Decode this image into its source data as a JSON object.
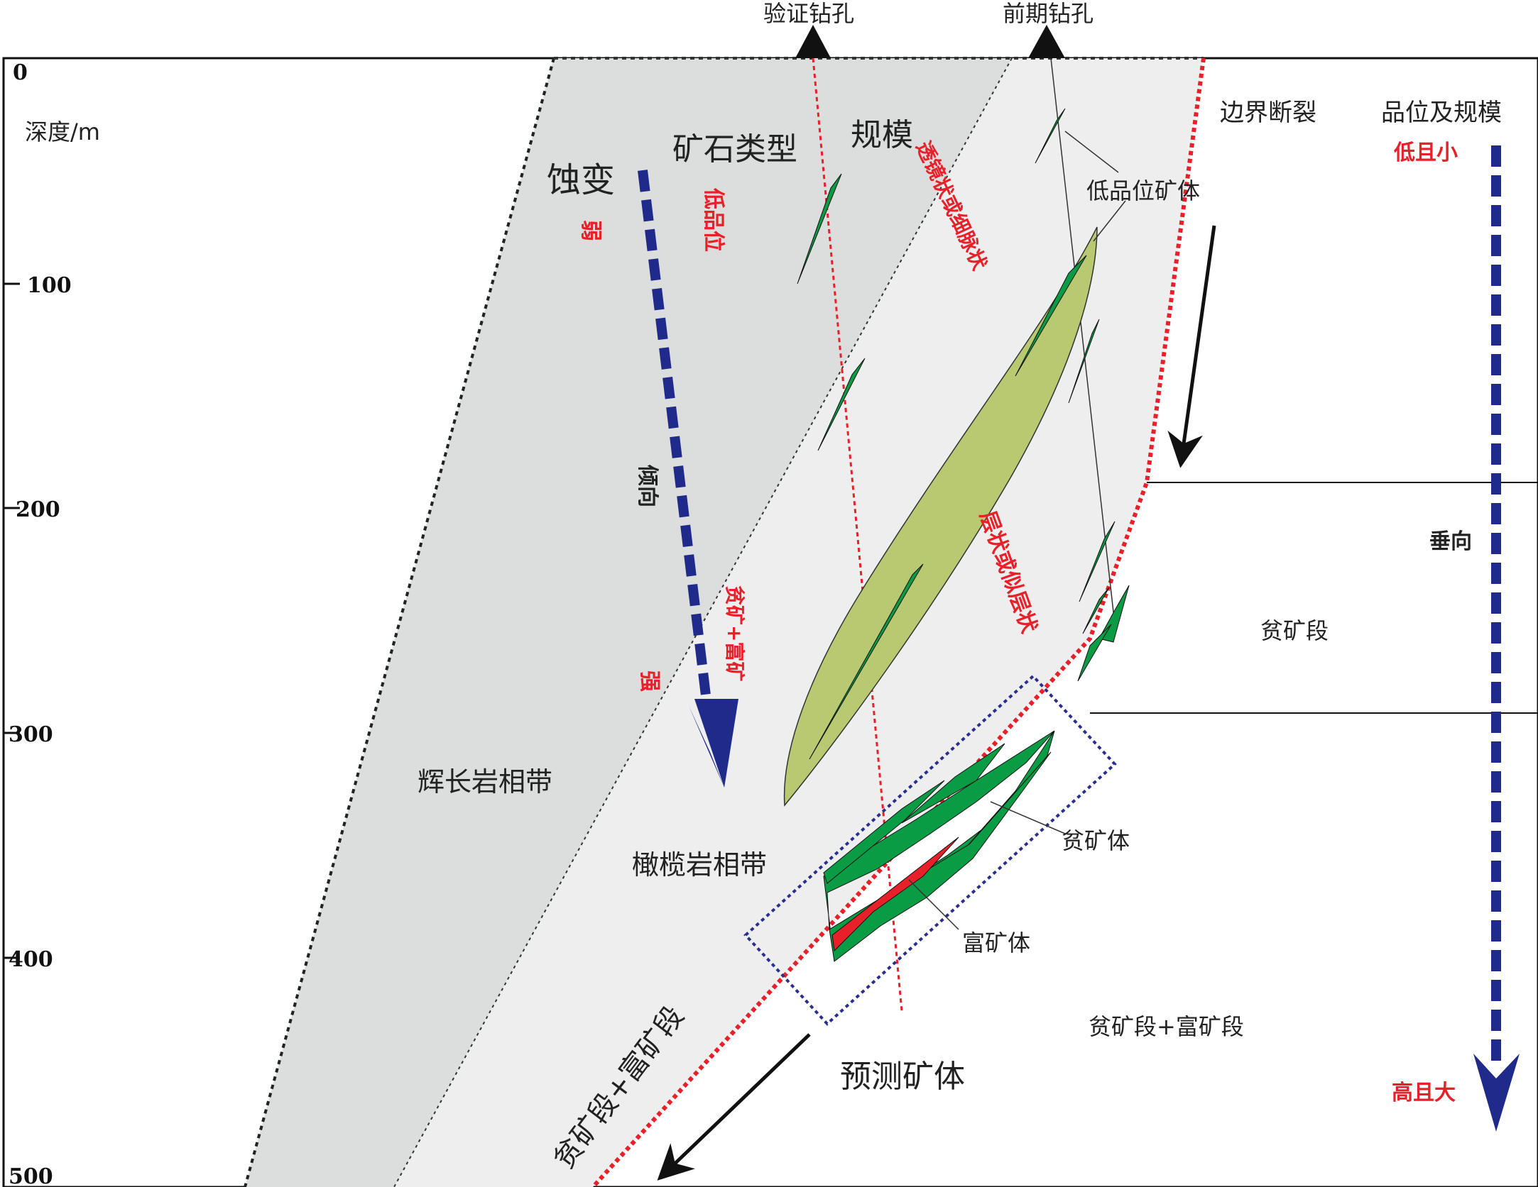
{
  "top_labels": {
    "verification_drill": "验证钻孔",
    "previous_drill": "前期钻孔"
  },
  "axis": {
    "title": "深度/m",
    "ticks": [
      "0",
      "100",
      "200",
      "300",
      "400",
      "500"
    ]
  },
  "headers": {
    "alteration": "蚀变",
    "ore_type": "矿石类型",
    "scale": "规模",
    "boundary_fault": "边界断裂",
    "grade_scale": "品位及规模"
  },
  "left_annotations": {
    "weak": "弱",
    "strong": "强",
    "dip": "倾向",
    "low_grade": "低品位",
    "poor_rich": "贫矿+富矿",
    "lenticular": "透镜状或细脉状",
    "layered": "层状或似层状"
  },
  "zones": {
    "gabbro": "辉长岩相带",
    "peridotite": "橄榄岩相带",
    "predicted": "预测矿体",
    "poor_rich_segment": "贫矿段+富矿段"
  },
  "ore_labels": {
    "low_grade_body": "低品位矿体",
    "poor_body": "贫矿体",
    "rich_body": "富矿体"
  },
  "right_panel": {
    "low_small": "低且小",
    "vertical": "垂向",
    "poor_segment": "贫矿段",
    "poor_rich_segment": "贫矿段+富矿段",
    "high_large": "高且大"
  },
  "colors": {
    "gabbro_fill": "#dcdddd",
    "peridotite_fill": "#eeeeee",
    "lens_fill": "#b9c972",
    "ore_green": "#0a9b45",
    "rich_red": "#e8202a",
    "arrow_blue": "#1f2a8a",
    "fault_red": "#e8202a"
  }
}
